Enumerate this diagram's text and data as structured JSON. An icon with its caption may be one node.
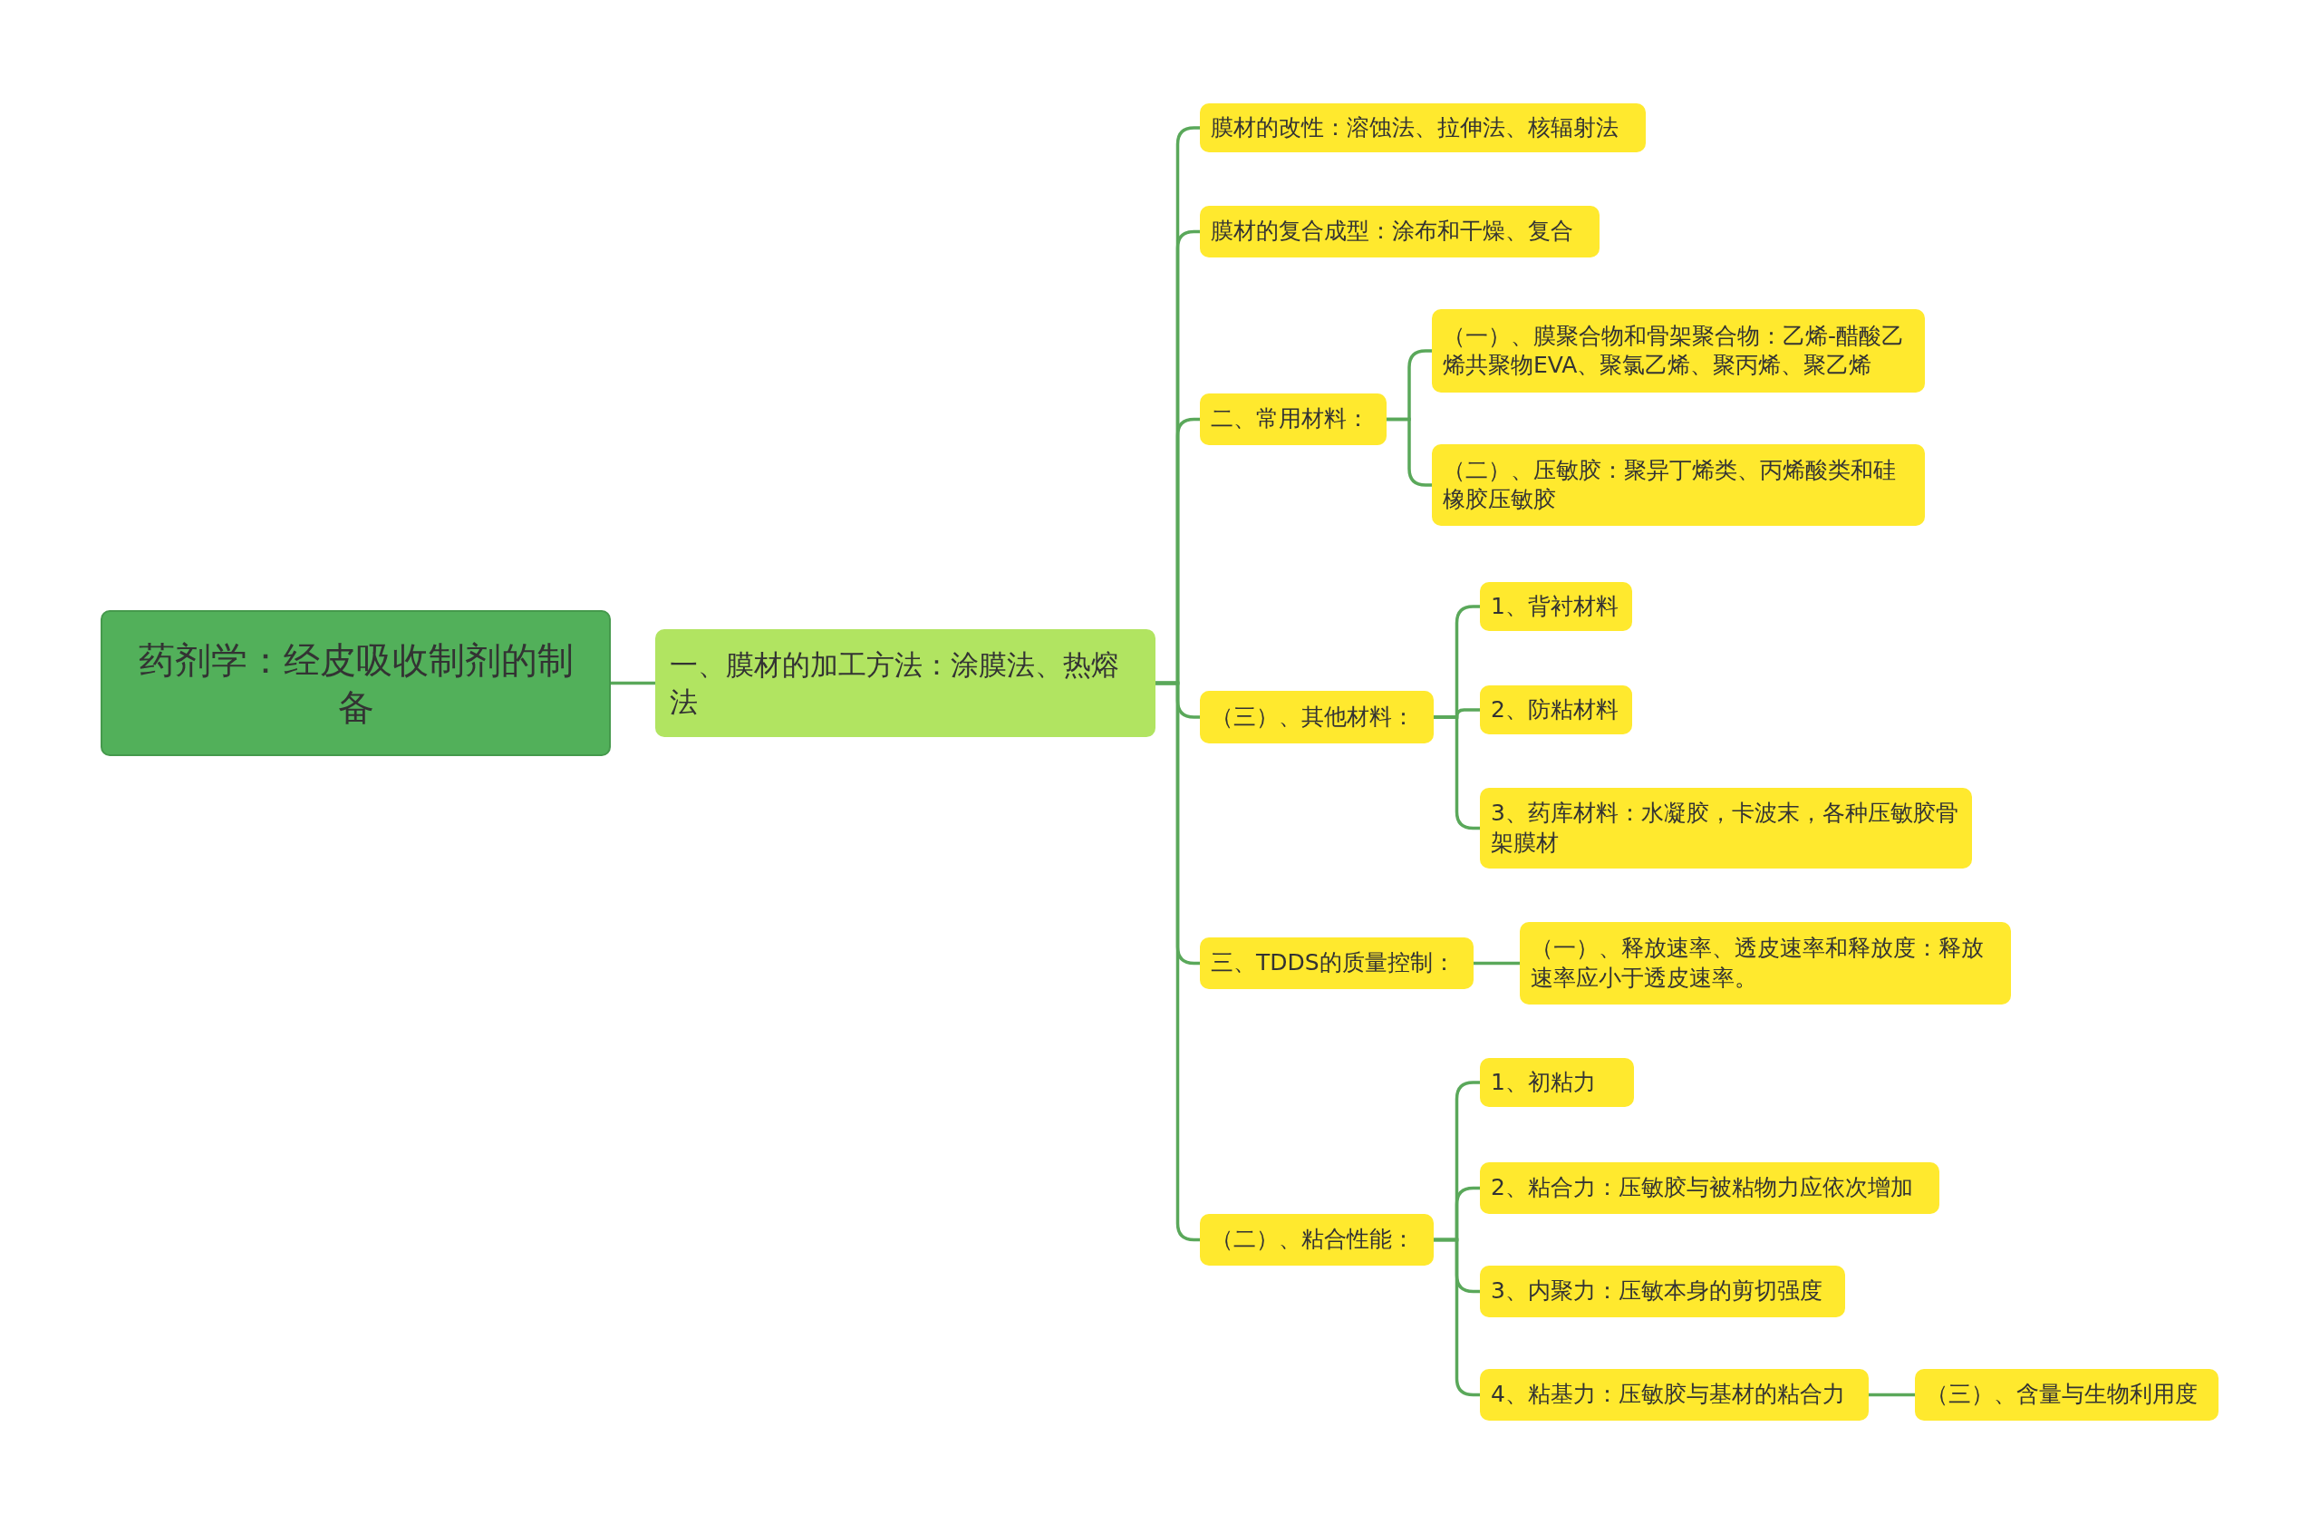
{
  "diagram": {
    "nodes": [
      {
        "text": [
          "药剂学：经皮吸收制剂的制备"
        ]
      },
      {
        "text": [
          "一、膜材的加工方法：涂膜法、热熔法"
        ]
      },
      {
        "text": [
          "膜材的改性：溶蚀法、拉伸法、核辐射法"
        ]
      },
      {
        "text": [
          "膜材的复合成型：涂布和干燥、复合"
        ]
      },
      {
        "text": [
          "二、常用材料："
        ]
      },
      {
        "text": [
          "（一）、膜聚合物和骨架聚合物：乙烯-醋酸乙烯共聚物EVA、聚氯乙烯、聚丙烯、聚乙烯"
        ]
      },
      {
        "text": [
          "（二）、压敏胶：聚异丁烯类、丙烯酸类和硅橡胶压敏胶"
        ]
      },
      {
        "text": [
          "（三）、其他材料："
        ]
      },
      {
        "text": [
          "1、背衬材料"
        ]
      },
      {
        "text": [
          "2、防粘材料"
        ]
      },
      {
        "text": [
          "3、药库材料：水凝胶，卡波末，各种压敏胶骨架膜材"
        ]
      },
      {
        "text": [
          "三、TDDS的质量控制："
        ]
      },
      {
        "text": [
          "（一）、释放速率、透皮速率和释放度：释放速率应小于透皮速率。"
        ]
      },
      {
        "text": [
          "（二）、粘合性能："
        ]
      },
      {
        "text": [
          "1、初粘力"
        ]
      },
      {
        "text": [
          "2、粘合力：压敏胶与被粘物力应依次增加"
        ]
      },
      {
        "text": [
          "3、内聚力：压敏本身的剪切强度"
        ]
      },
      {
        "text": [
          "4、粘基力：压敏胶与基材的粘合力"
        ]
      },
      {
        "text": [
          "（三）、含量与生物利用度"
        ]
      }
    ],
    "edges": [
      {
        "from": 0,
        "to": 1,
        "arrow": "none"
      },
      {
        "from": 1,
        "to": 2,
        "arrow": "none"
      },
      {
        "from": 1,
        "to": 3,
        "arrow": "none"
      },
      {
        "from": 1,
        "to": 4,
        "arrow": "none"
      },
      {
        "from": 4,
        "to": 5,
        "arrow": "none"
      },
      {
        "from": 4,
        "to": 6,
        "arrow": "none"
      },
      {
        "from": 1,
        "to": 7,
        "arrow": "none"
      },
      {
        "from": 7,
        "to": 8,
        "arrow": "none"
      },
      {
        "from": 7,
        "to": 9,
        "arrow": "none"
      },
      {
        "from": 7,
        "to": 10,
        "arrow": "none"
      },
      {
        "from": 1,
        "to": 11,
        "arrow": "none"
      },
      {
        "from": 11,
        "to": 12,
        "arrow": "none"
      },
      {
        "from": 1,
        "to": 13,
        "arrow": "none"
      },
      {
        "from": 13,
        "to": 14,
        "arrow": "none"
      },
      {
        "from": 13,
        "to": 15,
        "arrow": "none"
      },
      {
        "from": 13,
        "to": 16,
        "arrow": "none"
      },
      {
        "from": 13,
        "to": 17,
        "arrow": "none"
      },
      {
        "from": 17,
        "to": 18,
        "arrow": "none"
      }
    ]
  }
}
